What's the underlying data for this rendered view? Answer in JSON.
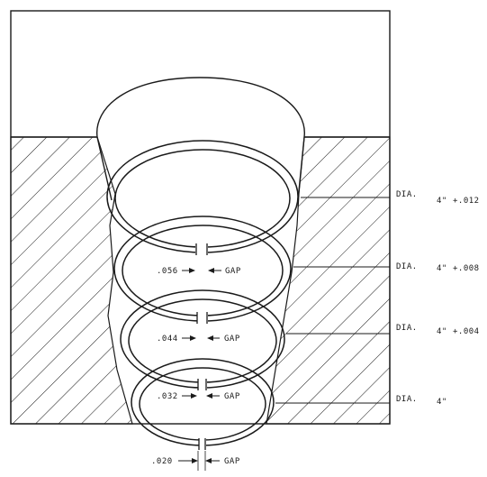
{
  "diagram": {
    "subject": "piston ring end-gap check in a tapered cylinder bore",
    "dia_label": "DIA.",
    "gap_label": "GAP",
    "dimensions": [
      {
        "dia_text": "DIA.",
        "size": "4\"",
        "tolerance": "+.012"
      },
      {
        "dia_text": "DIA.",
        "size": "4\"",
        "tolerance": "+.008"
      },
      {
        "dia_text": "DIA.",
        "size": "4\"",
        "tolerance": "+.004"
      },
      {
        "dia_text": "DIA.",
        "size": "4\"",
        "tolerance": ""
      }
    ],
    "gaps": [
      {
        "value": ".056",
        "label": "GAP"
      },
      {
        "value": ".044",
        "label": "GAP"
      },
      {
        "value": ".032",
        "label": "GAP"
      },
      {
        "value": ".020",
        "label": "GAP"
      }
    ]
  },
  "colors": {
    "ink": "#1a1a1a",
    "paper": "#ffffff"
  }
}
